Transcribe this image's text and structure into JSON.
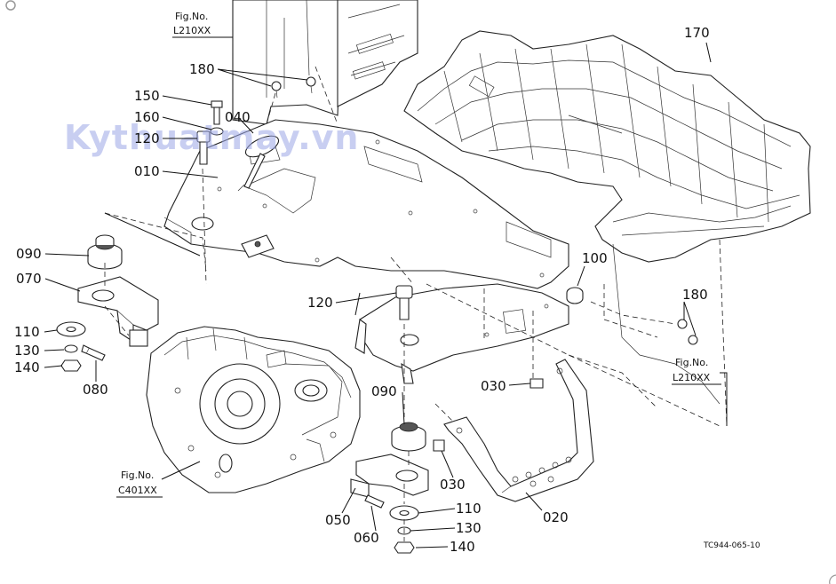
{
  "watermark": "Kythuatmay.vn",
  "diagram_code": "TC944-065-10",
  "callouts": {
    "c170": "170",
    "c180_top": "180",
    "c150": "150",
    "c160": "160",
    "c040": "040",
    "c120_top": "120",
    "c010": "010",
    "c090_left": "090",
    "c070": "070",
    "c110_left": "110",
    "c130_left": "130",
    "c140_left": "140",
    "c080": "080",
    "c120_mid": "120",
    "c100": "100",
    "c180_right": "180",
    "c030_top": "030",
    "c090_mid": "090",
    "c030_mid": "030",
    "c050": "050",
    "c060": "060",
    "c110_bottom": "110",
    "c130_bottom": "130",
    "c140_bottom": "140",
    "c020": "020"
  },
  "fig_refs": {
    "top_left": {
      "label": "Fig.No.",
      "code": "L210XX"
    },
    "right": {
      "label": "Fig.No.",
      "code": "L210XX"
    },
    "gearbox": {
      "label": "Fig.No.",
      "code": "C401XX"
    }
  }
}
